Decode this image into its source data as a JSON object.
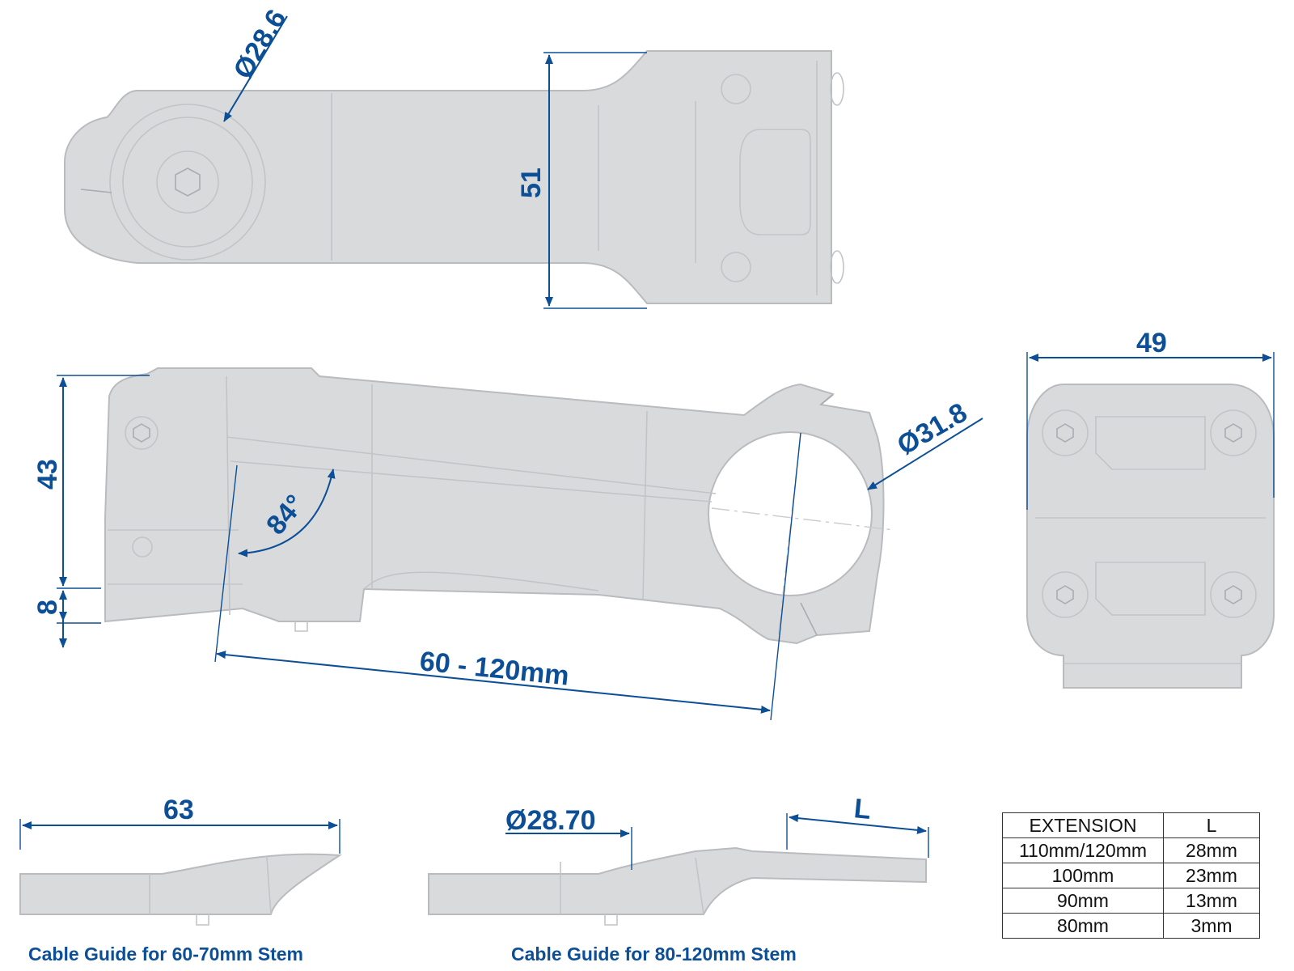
{
  "dimensions": {
    "clamp_bore_top": "Ø28.6",
    "clamp_height_top": "51",
    "stack_height": "43",
    "spacer_offset": "8",
    "stem_angle": "84°",
    "bar_clamp_diameter": "Ø31.8",
    "length_range": "60 - 120mm",
    "faceplate_width": "49",
    "guide_short_length": "63",
    "guide_long_diameter": "Ø28.70",
    "guide_long_variable": "L"
  },
  "captions": {
    "guide_short": "Cable Guide for 60-70mm Stem",
    "guide_long": "Cable Guide for 80-120mm Stem"
  },
  "extension_table": {
    "headers": [
      "EXTENSION",
      "L"
    ],
    "rows": [
      [
        "110mm/120mm",
        "28mm"
      ],
      [
        "100mm",
        "23mm"
      ],
      [
        "90mm",
        "13mm"
      ],
      [
        "80mm",
        "3mm"
      ]
    ]
  },
  "colors": {
    "dimension": "#0d4f96",
    "part_fill": "#d9dadc",
    "part_outline": "#b9bbbf"
  }
}
